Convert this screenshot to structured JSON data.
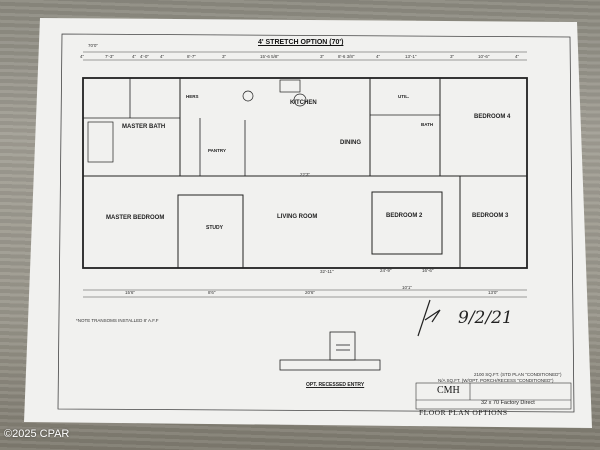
{
  "sheet": {
    "title": "4' STRETCH OPTION (70')",
    "overall_dimension": "70'0\"",
    "note": "*NOTE TRANSOMS INSTALLED 8' A.F.F",
    "recessed_entry_label": "OPT. RECESSED ENTRY",
    "signature_date": "9/2/21"
  },
  "rooms": {
    "master_bath": "MASTER BATH",
    "kitchen": "KITCHEN",
    "dining": "DINING",
    "bedroom4": "BEDROOM 4",
    "master_bedroom": "MASTER BEDROOM",
    "study": "STUDY",
    "living_room": "LIVING ROOM",
    "bedroom2": "BEDROOM 2",
    "bedroom3": "BEDROOM 3",
    "pantry": "PANTRY",
    "util": "UTIL.",
    "bath": "BATH",
    "hers": "HERS"
  },
  "dimensions": {
    "top": [
      "4\"",
      "7'-3\"",
      "4\"",
      "4'-0\"",
      "4\"",
      "8'-7\"",
      "3\"",
      "15'-6 5/8\"",
      "3\"",
      "8'-6 3/8\"",
      "4\"",
      "13'-1\"",
      "3\"",
      "10'-6\"",
      "4\""
    ],
    "bottom": [
      "15'6\"",
      "8'6\"",
      "20'6\"",
      "10'1\"",
      "13'0\""
    ],
    "interior": [
      "22'3\"",
      "32'-11\"",
      "24'-9\"",
      "16'-6\""
    ]
  },
  "title_block": {
    "sqft_std": "2100 SQ.FT. (STD PLAN \"CONDITIONED\")",
    "sqft_opt": "N/A SQ.FT. (W/OPT. PORCH/RECESS \"CONDITIONED\")",
    "company": "CMH",
    "model": "32 x 70 Factory Direct",
    "sheet_name": "FLOOR PLAN OPTIONS"
  },
  "watermark": "©2025 CPAR"
}
